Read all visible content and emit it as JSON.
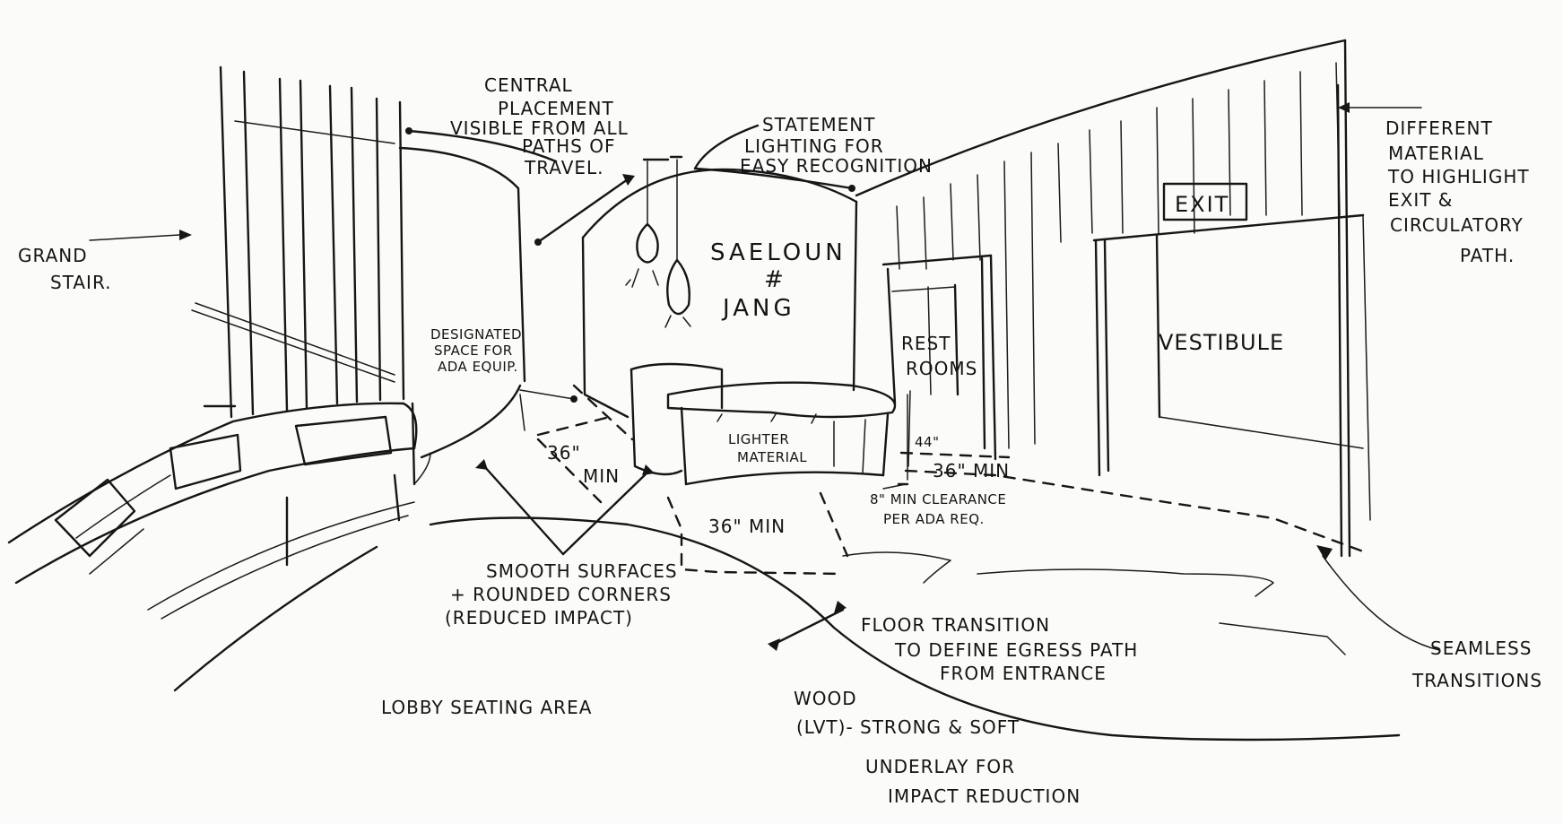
{
  "labels": {
    "grand_stair": [
      "GRAND",
      "STAIR."
    ],
    "central_placement": [
      "CENTRAL",
      "PLACEMENT",
      "VISIBLE FROM ALL",
      "PATHS OF",
      "TRAVEL."
    ],
    "statement_lighting": [
      "STATEMENT",
      "LIGHTING FOR",
      "EASY RECOGNITION"
    ],
    "different_material": [
      "DIFFERENT",
      "MATERIAL",
      "TO HIGHLIGHT",
      "EXIT &",
      "CIRCULATORY",
      "PATH."
    ],
    "designated_space": [
      "DESIGNATED",
      "SPACE FOR",
      "ADA EQUIP."
    ],
    "sign_name": [
      "SAELOUN",
      "#",
      "JANG"
    ],
    "exit_sign": "EXIT",
    "rest_rooms": [
      "REST",
      "ROOMS"
    ],
    "vestibule": "VESTIBULE",
    "lighter_material": [
      "LIGHTER",
      "MATERIAL"
    ],
    "dim_36_left": "36\"",
    "dim_min_left": "MIN",
    "dim_44": "44\"",
    "dim_36_right": "36\" MIN",
    "dim_36_center": "36\" MIN",
    "clearance": [
      "8\" MIN CLEARANCE",
      "PER ADA REQ."
    ],
    "smooth_surfaces": [
      "SMOOTH SURFACES",
      "+ ROUNDED CORNERS",
      "(REDUCED IMPACT)"
    ],
    "floor_transition": [
      "FLOOR TRANSITION",
      "TO DEFINE EGRESS PATH",
      "FROM ENTRANCE"
    ],
    "seamless_transitions": [
      "SEAMLESS",
      "TRANSITIONS"
    ],
    "lobby_seating": "LOBBY SEATING AREA",
    "wood_lvt": [
      "WOOD",
      "(LVT)- STRONG & SOFT",
      "UNDERLAY FOR",
      "IMPACT REDUCTION"
    ]
  },
  "colors": {
    "paper": "#fbfbfa",
    "ink": "#161616"
  }
}
